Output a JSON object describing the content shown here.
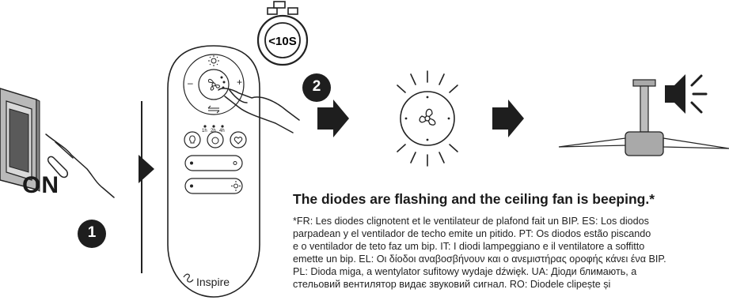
{
  "step1": {
    "switch_label": "ON",
    "number": "1"
  },
  "step2": {
    "number": "2",
    "timer": "<10S"
  },
  "remote": {
    "brand": "Inspire",
    "minus": "–",
    "plus": "+",
    "timer_marks": [
      "1h",
      "2h",
      "4h"
    ]
  },
  "result": {
    "headline": "The diodes are flashing and the ceiling fan is beeping.*",
    "footnote_lines": [
      "*FR: Les diodes clignotent et le ventilateur de plafond fait un BIP. ES: Los diodos",
      "parpadean y el ventilador de techo emite un pitido. PT: Os diodos estão piscando",
      "e o ventilador de teto faz um bip. IT: I diodi lampeggiano e il ventilatore a soffitto",
      "emette un bip. EL: Οι δίοδοι αναβοσβήνουν και ο ανεμιστήρας οροφής κάνει ένα BIP.",
      "PL: Dioda miga, a wentylator sufitowy wydaje dźwięk. UA: Діоди блимають, а",
      "стельовий вентилятор видає звуковий сигнал. RO: Diodele clipește și"
    ]
  }
}
